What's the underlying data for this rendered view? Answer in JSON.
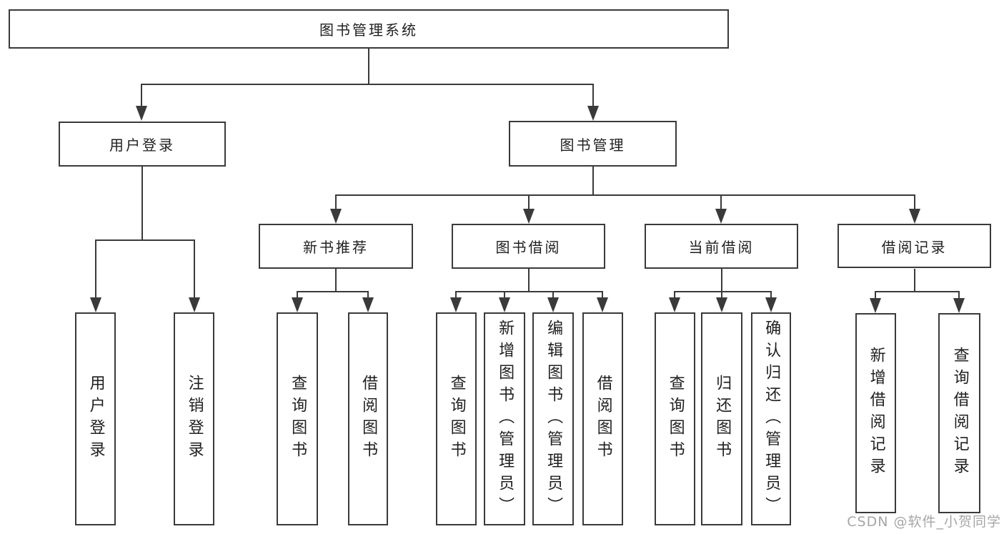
{
  "colors": {
    "line": "#3a3a3a",
    "text": "#1f1f1f",
    "watermark": "#a6a6a6",
    "background": "#ffffff"
  },
  "nodes": {
    "root": "图书管理系统",
    "user_login": "用户登录",
    "book_management": "图书管理",
    "new_book_recommend": "新书推荐",
    "book_borrowing": "图书借阅",
    "current_borrowing": "当前借阅",
    "borrowing_records": "借阅记录",
    "user_login_leaf": "用户登录",
    "logout": "注销登录",
    "query_books_recommend": "查询图书",
    "borrow_books_recommend": "借阅图书",
    "query_books_borrowing": "查询图书",
    "add_books_admin": "新增图书（管理员）",
    "edit_books_admin": "编辑图书（管理员）",
    "borrow_books_borrowing": "借阅图书",
    "query_books_current": "查询图书",
    "return_books": "归还图书",
    "confirm_return_admin": "确认归还（管理员）",
    "add_borrow_record": "新增借阅记录",
    "query_borrow_record": "查询借阅记录"
  },
  "watermark": "CSDN @软件_小贺同学"
}
